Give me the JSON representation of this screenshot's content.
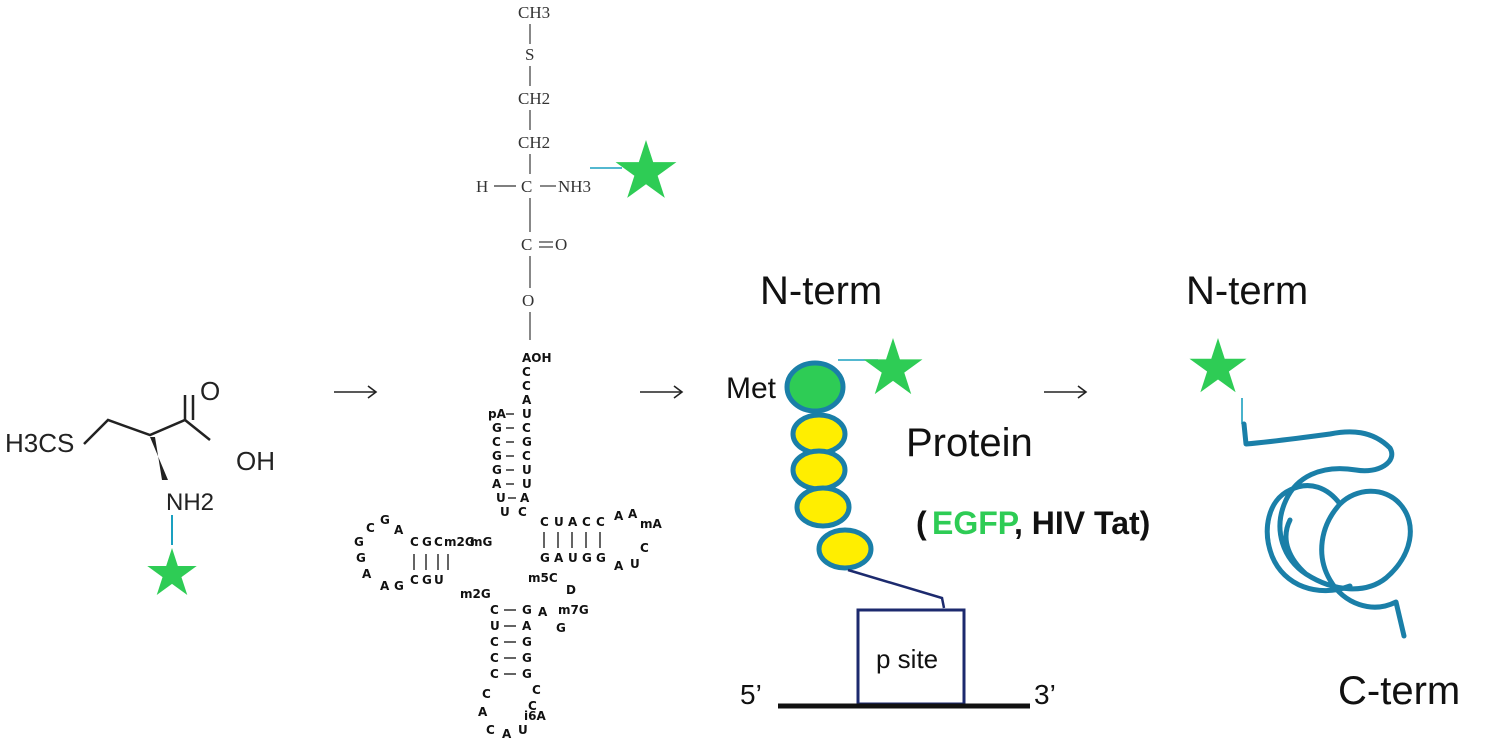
{
  "methionine": {
    "h3cs": "H3CS",
    "oh": "OH",
    "o": "O",
    "nh2": "NH2"
  },
  "trna": {
    "ch3": "CH3",
    "s": "S",
    "ch2_a": "CH2",
    "ch2_b": "CH2",
    "h": "H",
    "c_alpha": "C",
    "nh3": "NH3",
    "c_carbonyl": "C",
    "o_double": "O",
    "o_ester": "O",
    "aoh": "AOH",
    "acceptor_5p": [
      "pA",
      "G",
      "C",
      "G",
      "G",
      "A",
      "U",
      "U"
    ],
    "acceptor_3p": [
      "C",
      "C",
      "A",
      "U",
      "C",
      "G",
      "C",
      "U",
      "U",
      "A",
      "C"
    ],
    "d_arm": [
      "G",
      "C",
      "G",
      "A",
      "C",
      "G",
      "C",
      "m2G",
      "mG",
      "G",
      "A",
      "A",
      "G",
      "C",
      "G",
      "U"
    ],
    "t_arm": [
      "C",
      "U",
      "A",
      "C",
      "C",
      "A",
      "A",
      "mA",
      "G",
      "A",
      "U",
      "G",
      "G",
      "A",
      "U",
      "C",
      "m5C",
      "D"
    ],
    "anticodon": [
      "C",
      "G",
      "A",
      "m7G",
      "G",
      "U",
      "A",
      "C",
      "G",
      "C",
      "G",
      "C",
      "G",
      "C",
      "C",
      "A",
      "C",
      "C",
      "A",
      "U",
      "i6A",
      "m2G"
    ]
  },
  "ribosome": {
    "n_term": "N-term",
    "met": "Met",
    "protein": "Protein",
    "open_paren": "(",
    "egfp": "EGFP",
    "comma_tat": ", HIV Tat)",
    "p_site": "p site",
    "five_prime": "5’",
    "three_prime": "3’"
  },
  "folded": {
    "n_term": "N-term",
    "c_term": "C-term"
  },
  "colors": {
    "star": "#2ecc55",
    "chain": "#1a7fa8",
    "bead_yellow": "#ffee00",
    "bead_green": "#2ecc55",
    "box_border": "#1c2a6e",
    "egfp_text": "#2ecc55"
  },
  "chart_data": {
    "type": "diagram",
    "stages": [
      "methionine",
      "charged tRNA",
      "ribosome translation",
      "folded protein"
    ]
  }
}
